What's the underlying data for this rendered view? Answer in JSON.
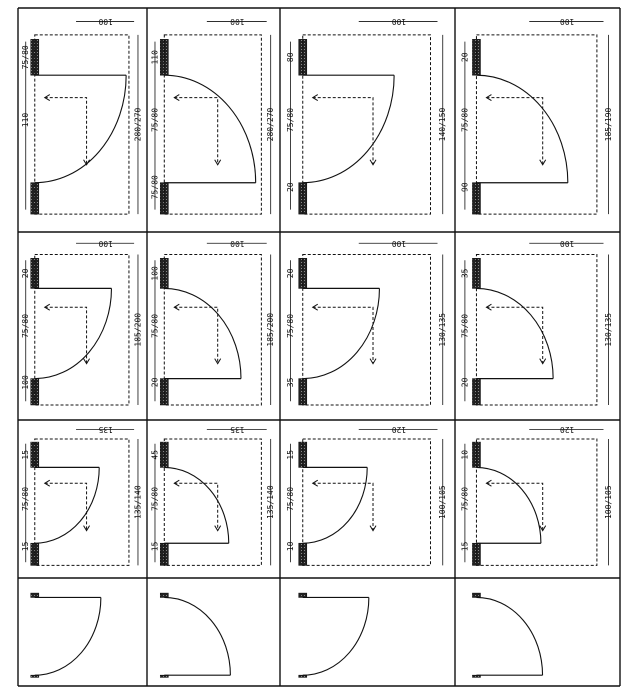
{
  "grid": {
    "columns": 4,
    "rows": 4
  },
  "panels": [
    {
      "r": 0,
      "c": 0,
      "labels": {
        "top": "100",
        "d1": "75/80",
        "d2": "110",
        "side": "280/270"
      }
    },
    {
      "r": 0,
      "c": 1,
      "labels": {
        "top": "100",
        "d1": "110",
        "d2": "75/80",
        "d3": "75/80",
        "side": "280/270"
      }
    },
    {
      "r": 0,
      "c": 2,
      "labels": {
        "top": "100",
        "d1": "80",
        "d2": "75/80",
        "d3": "20",
        "side": "140/150"
      }
    },
    {
      "r": 0,
      "c": 3,
      "labels": {
        "top": "100",
        "d1": "20",
        "d2": "75/80",
        "d3": "90",
        "side": "185/190"
      }
    },
    {
      "r": 1,
      "c": 0,
      "labels": {
        "top": "100",
        "d1": "20",
        "d2": "75/80",
        "d3": "100",
        "side": "185/200"
      }
    },
    {
      "r": 1,
      "c": 1,
      "labels": {
        "top": "100",
        "d1": "100",
        "d2": "75/80",
        "d3": "20",
        "side": "185/200"
      }
    },
    {
      "r": 1,
      "c": 2,
      "labels": {
        "top": "100",
        "d1": "20",
        "d2": "75/80",
        "d3": "35",
        "side": "130/135"
      }
    },
    {
      "r": 1,
      "c": 3,
      "labels": {
        "top": "100",
        "d1": "35",
        "d2": "75/80",
        "d3": "20",
        "side": "130/135"
      }
    },
    {
      "r": 2,
      "c": 0,
      "labels": {
        "top": "135",
        "d1": "15",
        "d2": "75/80",
        "d3": "15",
        "side": "135/140"
      }
    },
    {
      "r": 2,
      "c": 1,
      "labels": {
        "top": "135",
        "d1": "45",
        "d2": "75/80",
        "d3": "15",
        "side": "135/140"
      }
    },
    {
      "r": 2,
      "c": 2,
      "labels": {
        "top": "120",
        "d1": "15",
        "d2": "75/80",
        "d3": "10",
        "side": "100/105"
      }
    },
    {
      "r": 2,
      "c": 3,
      "labels": {
        "top": "120",
        "d1": "10",
        "d2": "75/80",
        "d3": "15",
        "side": "100/105"
      }
    },
    {
      "r": 3,
      "c": 0,
      "labels": {}
    },
    {
      "r": 3,
      "c": 1,
      "labels": {}
    },
    {
      "r": 3,
      "c": 2,
      "labels": {}
    },
    {
      "r": 3,
      "c": 3,
      "labels": {}
    }
  ]
}
